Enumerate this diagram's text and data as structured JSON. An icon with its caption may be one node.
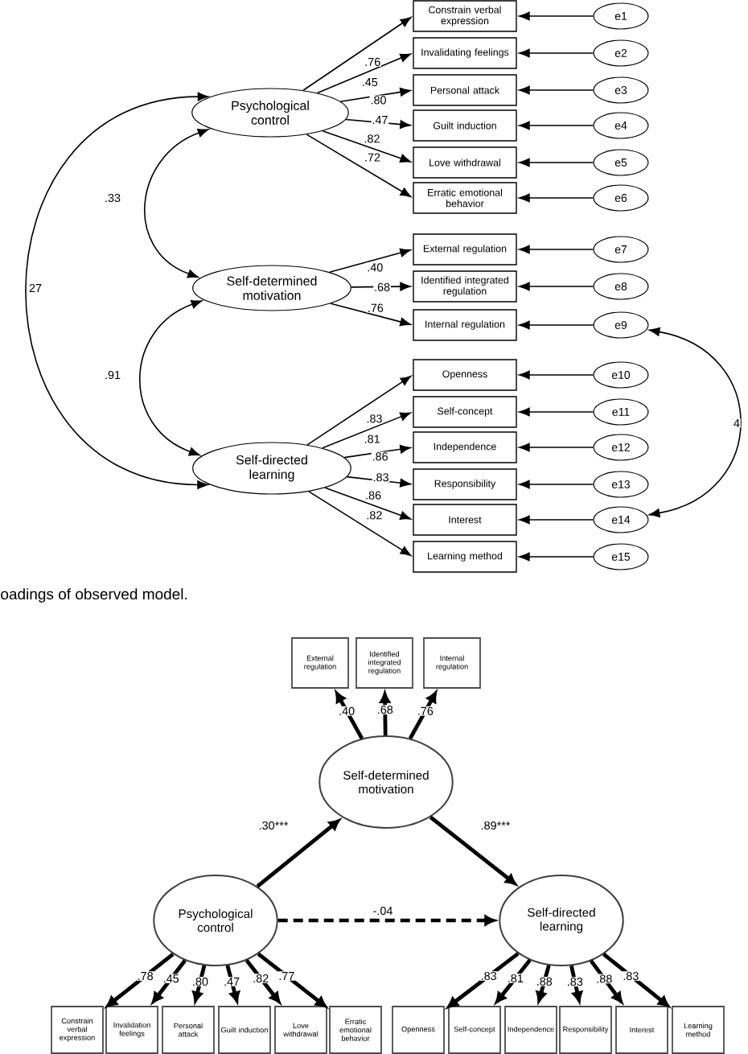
{
  "diagram": {
    "nodes": [
      {
        "text": [
          "Psychological control"
        ]
      },
      {
        "text": [
          "Self-determined motivation"
        ]
      },
      {
        "text": [
          "Self-directed learning"
        ]
      },
      {
        "text": [
          "Constrain verbal expression"
        ]
      },
      {
        "text": [
          "Invalidating feelings"
        ]
      },
      {
        "text": [
          "Personal attack"
        ]
      },
      {
        "text": [
          "Guilt induction"
        ]
      },
      {
        "text": [
          "Love withdrawal"
        ]
      },
      {
        "text": [
          "Erratic emotional behavior"
        ]
      },
      {
        "text": [
          "External regulation"
        ]
      },
      {
        "text": [
          "Identified integrated regulation"
        ]
      },
      {
        "text": [
          "Internal regulation"
        ]
      },
      {
        "text": [
          "Openness"
        ]
      },
      {
        "text": [
          "Self-concept"
        ]
      },
      {
        "text": [
          "Independence"
        ]
      },
      {
        "text": [
          "Responsibility"
        ]
      },
      {
        "text": [
          "Interest"
        ]
      },
      {
        "text": [
          "Learning method"
        ]
      },
      {
        "text": [
          "e1"
        ]
      },
      {
        "text": [
          "e2"
        ]
      },
      {
        "text": [
          "e3"
        ]
      },
      {
        "text": [
          "e4"
        ]
      },
      {
        "text": [
          "e5"
        ]
      },
      {
        "text": [
          "e6"
        ]
      },
      {
        "text": [
          "e7"
        ]
      },
      {
        "text": [
          "e8"
        ]
      },
      {
        "text": [
          "e9"
        ]
      },
      {
        "text": [
          "e10"
        ]
      },
      {
        "text": [
          "e11"
        ]
      },
      {
        "text": [
          "e12"
        ]
      },
      {
        "text": [
          "e13"
        ]
      },
      {
        "text": [
          "e14"
        ]
      },
      {
        "text": [
          "e15"
        ]
      },
      {
        "text": [
          "External regulation"
        ]
      },
      {
        "text": [
          "Identified integrated regulation"
        ]
      },
      {
        "text": [
          "Internal regulation"
        ]
      },
      {
        "text": [
          "Self-determined motivation"
        ]
      },
      {
        "text": [
          "Psychological control"
        ]
      },
      {
        "text": [
          "Self-directed learning"
        ]
      },
      {
        "text": [
          "Constrain verbal expression"
        ]
      },
      {
        "text": [
          "Invalidation feelings"
        ]
      },
      {
        "text": [
          "Personal attack"
        ]
      },
      {
        "text": [
          "Guilt induction"
        ]
      },
      {
        "text": [
          "Love withdrawal"
        ]
      },
      {
        "text": [
          "Erratic emotional behavior"
        ]
      },
      {
        "text": [
          "Openness"
        ]
      },
      {
        "text": [
          "Self-concept"
        ]
      },
      {
        "text": [
          "Independence"
        ]
      },
      {
        "text": [
          "Responsibility"
        ]
      },
      {
        "text": [
          "Interest"
        ]
      },
      {
        "text": [
          "Learning method"
        ]
      }
    ],
    "edges": [
      {
        "from": 0,
        "to": 3,
        "arrow": "to",
        "label": ".76"
      },
      {
        "from": 0,
        "to": 4,
        "arrow": "to",
        "label": ".45"
      },
      {
        "from": 0,
        "to": 5,
        "arrow": "to",
        "label": ".80"
      },
      {
        "from": 0,
        "to": 6,
        "arrow": "to",
        "label": ".47"
      },
      {
        "from": 0,
        "to": 7,
        "arrow": "to",
        "label": ".82"
      },
      {
        "from": 0,
        "to": 8,
        "arrow": "to",
        "label": ".72"
      },
      {
        "from": 1,
        "to": 9,
        "arrow": "to",
        "label": ".40"
      },
      {
        "from": 1,
        "to": 10,
        "arrow": "to",
        "label": ".68"
      },
      {
        "from": 1,
        "to": 11,
        "arrow": "to",
        "label": ".76"
      },
      {
        "from": 2,
        "to": 12,
        "arrow": "to",
        "label": ".83"
      },
      {
        "from": 2,
        "to": 13,
        "arrow": "to",
        "label": ".81"
      },
      {
        "from": 2,
        "to": 14,
        "arrow": "to",
        "label": ".86"
      },
      {
        "from": 2,
        "to": 15,
        "arrow": "to",
        "label": ".83"
      },
      {
        "from": 2,
        "to": 16,
        "arrow": "to",
        "label": ".86"
      },
      {
        "from": 2,
        "to": 17,
        "arrow": "to",
        "label": ".82"
      },
      {
        "from": 18,
        "to": 3,
        "arrow": "to"
      },
      {
        "from": 19,
        "to": 4,
        "arrow": "to"
      },
      {
        "from": 20,
        "to": 5,
        "arrow": "to"
      },
      {
        "from": 21,
        "to": 6,
        "arrow": "to"
      },
      {
        "from": 22,
        "to": 7,
        "arrow": "to"
      },
      {
        "from": 23,
        "to": 8,
        "arrow": "to"
      },
      {
        "from": 24,
        "to": 9,
        "arrow": "to"
      },
      {
        "from": 25,
        "to": 10,
        "arrow": "to"
      },
      {
        "from": 26,
        "to": 11,
        "arrow": "to"
      },
      {
        "from": 27,
        "to": 12,
        "arrow": "to"
      },
      {
        "from": 28,
        "to": 13,
        "arrow": "to"
      },
      {
        "from": 29,
        "to": 14,
        "arrow": "to"
      },
      {
        "from": 30,
        "to": 15,
        "arrow": "to"
      },
      {
        "from": 31,
        "to": 16,
        "arrow": "to"
      },
      {
        "from": 32,
        "to": 17,
        "arrow": "to"
      },
      {
        "from": 0,
        "to": 1,
        "arrow": "both",
        "label": ".33"
      },
      {
        "from": 0,
        "to": 2,
        "arrow": "both",
        "label": "27"
      },
      {
        "from": 1,
        "to": 2,
        "arrow": "both",
        "label": ".91"
      },
      {
        "from": 26,
        "to": 31,
        "arrow": "both",
        "label": "4"
      },
      {
        "from": 36,
        "to": 33,
        "arrow": "to",
        "label": ".40",
        "style": "thick"
      },
      {
        "from": 36,
        "to": 34,
        "arrow": "to",
        "label": ".68",
        "style": "thick"
      },
      {
        "from": 36,
        "to": 35,
        "arrow": "to",
        "label": ".76",
        "style": "thick"
      },
      {
        "from": 37,
        "to": 36,
        "arrow": "to",
        "label": ".30***",
        "style": "thick"
      },
      {
        "from": 36,
        "to": 38,
        "arrow": "to",
        "label": ".89***",
        "style": "thick"
      },
      {
        "from": 37,
        "to": 38,
        "arrow": "to",
        "label": "-.04",
        "style": "dashed"
      },
      {
        "from": 37,
        "to": 39,
        "arrow": "to",
        "label": ".78",
        "style": "thick"
      },
      {
        "from": 37,
        "to": 40,
        "arrow": "to",
        "label": ".45",
        "style": "thick"
      },
      {
        "from": 37,
        "to": 41,
        "arrow": "to",
        "label": ".80",
        "style": "thick"
      },
      {
        "from": 37,
        "to": 42,
        "arrow": "to",
        "label": ".47",
        "style": "thick"
      },
      {
        "from": 37,
        "to": 43,
        "arrow": "to",
        "label": ".82",
        "style": "thick"
      },
      {
        "from": 37,
        "to": 44,
        "arrow": "to",
        "label": ".77",
        "style": "thick"
      },
      {
        "from": 38,
        "to": 45,
        "arrow": "to",
        "label": ".83",
        "style": "thick"
      },
      {
        "from": 38,
        "to": 46,
        "arrow": "to",
        "label": ".81",
        "style": "thick"
      },
      {
        "from": 38,
        "to": 47,
        "arrow": "to",
        "label": ".88",
        "style": "thick"
      },
      {
        "from": 38,
        "to": 48,
        "arrow": "to",
        "label": ".83",
        "style": "thick"
      },
      {
        "from": 38,
        "to": 49,
        "arrow": "to",
        "label": ".88",
        "style": "thick"
      },
      {
        "from": 38,
        "to": 50,
        "arrow": "to",
        "label": ".83",
        "style": "thick"
      }
    ],
    "labels": [
      "oadings of observed model."
    ]
  }
}
